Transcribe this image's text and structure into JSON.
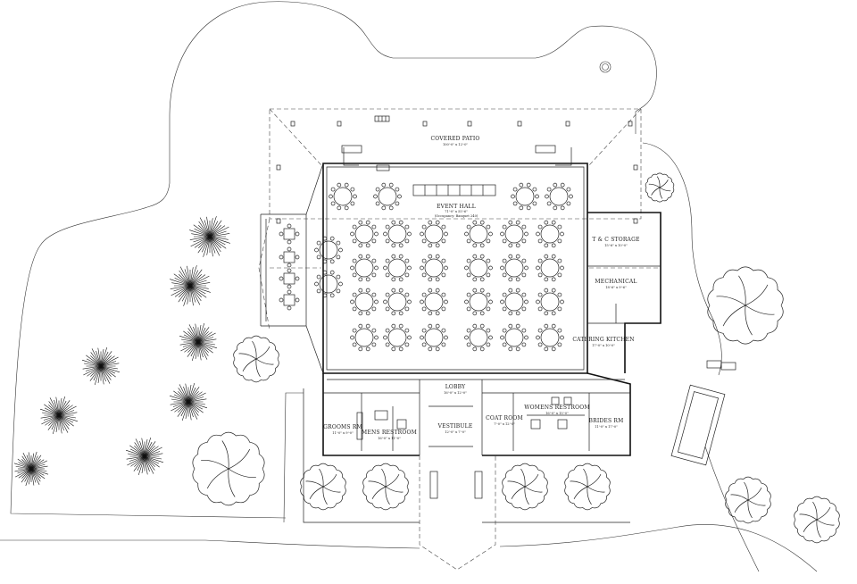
{
  "rooms": {
    "covered_patio": {
      "name": "COVERED PATIO",
      "dims": "100'-0\" x 12'-0\""
    },
    "event_hall": {
      "name": "EVENT HALL",
      "dims": "71'-0\" x 55'-6\"",
      "note": "(Occupancy: Banquet 240)"
    },
    "tc_storage": {
      "name": "T & C STORAGE",
      "dims": "15'-6\" x 10'-0\""
    },
    "mechanical": {
      "name": "MECHANICAL",
      "dims": "18'-6\" x 9'-6\""
    },
    "catering_kitchen": {
      "name": "CATERING KITCHEN",
      "dims": "17'-0\" x 10'-0\""
    },
    "lobby": {
      "name": "LOBBY",
      "dims": "16'-0\" x 12'-0\""
    },
    "vestibule": {
      "name": "VESTIBULE",
      "dims": "12'-0\" x 7'-0\""
    },
    "coat_room": {
      "name": "COAT ROOM",
      "dims": "7'-0\" x 12'-0\""
    },
    "womens_restroom": {
      "name": "WOMENS RESTROOM",
      "dims": "16'-0\" x 15'-0\""
    },
    "mens_restroom": {
      "name": "MENS RESTROOM",
      "dims": "16'-0\" x 11'-0\""
    },
    "grooms_rm": {
      "name": "GROOMS RM",
      "dims": "11'-0\" x 9'-0\""
    },
    "brides_rm": {
      "name": "BRIDES RM",
      "dims": "11'-0\" x 17'-0\""
    }
  }
}
